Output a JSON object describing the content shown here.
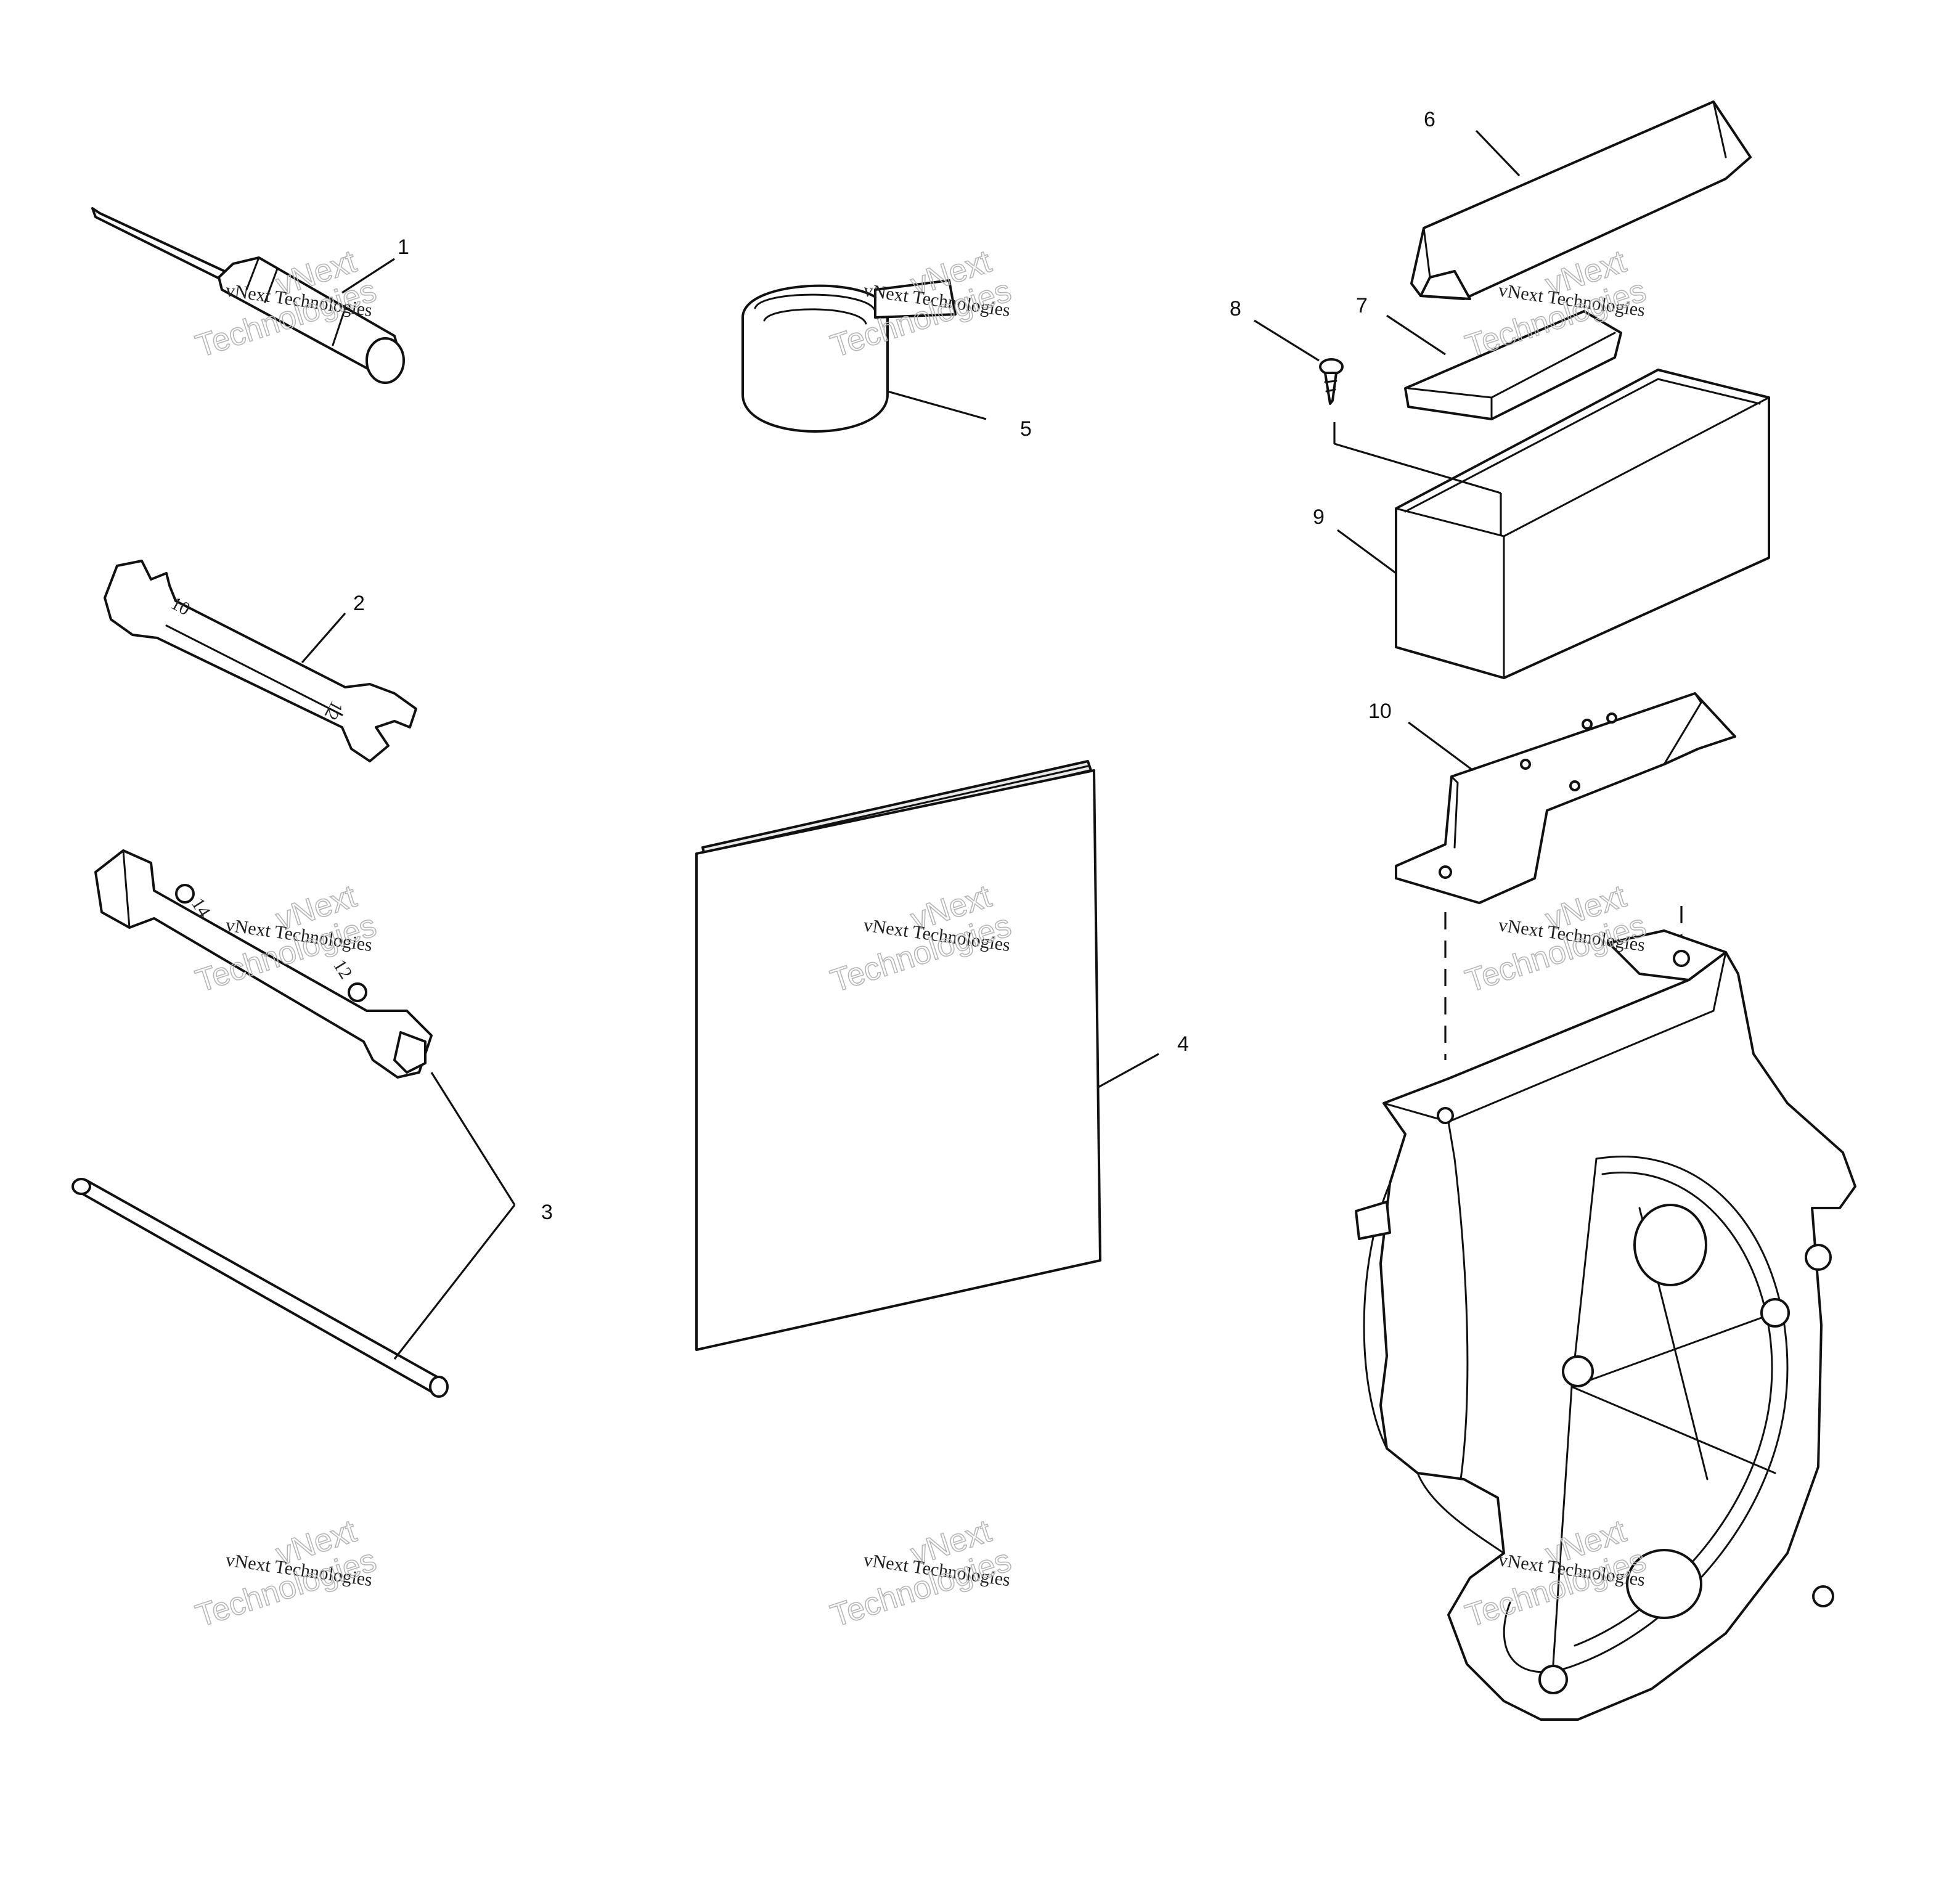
{
  "callouts": {
    "c1": "1",
    "c2": "2",
    "c3": "3",
    "c4": "4",
    "c5": "5",
    "c6": "6",
    "c7": "7",
    "c8": "8",
    "c9": "9",
    "c10": "10"
  },
  "watermark": {
    "line1": "vNext",
    "line2": "Technologies",
    "small": "vNext Technologies"
  },
  "tool_marks": {
    "wrench_mark_a": "10",
    "wrench_mark_b": "12",
    "socket_mark_a": "14",
    "socket_mark_b": "12"
  }
}
